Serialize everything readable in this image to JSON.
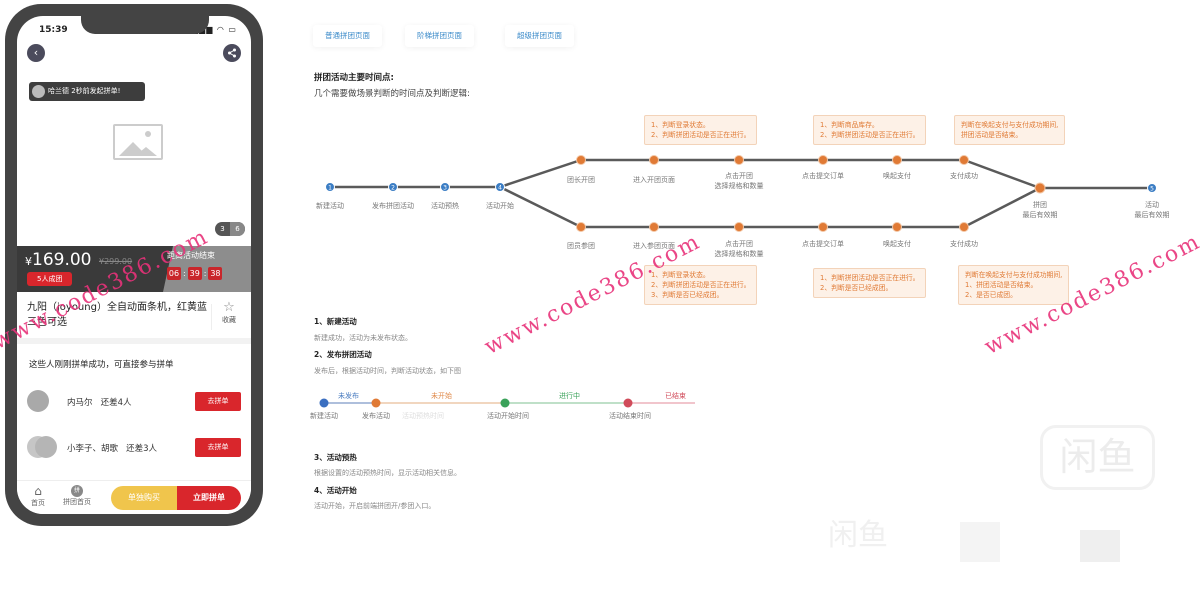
{
  "phone": {
    "status_time": "15:39",
    "status_icons": "▂▄▆ ◠ ▭",
    "back_icon": "‹",
    "share_icon": "<",
    "toast": "哈兰德 2秒前发起拼单!",
    "pager": {
      "current": "3",
      "total": "6"
    },
    "price": {
      "currency": "¥",
      "value": "169.00",
      "old": "¥299.00",
      "group_size": "5人成团"
    },
    "countdown": {
      "title": "距离活动结束",
      "hours": "06",
      "minutes": "39",
      "seconds": "38",
      "sep": ":"
    },
    "product_title": "九阳（joyoung）全自动面条机，红黄蓝三色可选",
    "favorite": {
      "icon": "☆",
      "label": "收藏"
    },
    "join_section_title": "这些人刚刚拼单成功，可直接参与拼单",
    "groups": [
      {
        "names": "内马尔",
        "remaining": "还差4人",
        "button": "去拼单"
      },
      {
        "names": "小李子、胡歌",
        "remaining": "还差3人",
        "button": "去拼单"
      }
    ],
    "bottom_nav": {
      "home_icon": "⌂",
      "home_label": "首页",
      "group_icon": "拼",
      "group_label": "拼团首页",
      "solo_buy": "单独购买",
      "group_buy": "立即拼单"
    }
  },
  "diagram": {
    "tabs": [
      "普通拼团页面",
      "阶梯拼团页面",
      "超级拼团页面"
    ],
    "heading": "拼团活动主要时间点:",
    "subheading": "几个需要做场景判断的时间点及判断逻辑:",
    "main_nodes": [
      {
        "num": "1",
        "label": "新建活动"
      },
      {
        "num": "2",
        "label": "发布拼团活动"
      },
      {
        "num": "3",
        "label": "活动预热"
      },
      {
        "num": "4",
        "label": "活动开始"
      },
      {
        "num": "5",
        "label": "活动\n最后有效期"
      }
    ],
    "upper_branch": [
      "团长开团",
      "进入开团页面",
      "点击开团\n选择规格和数量",
      "点击提交订单",
      "唤起支付",
      "支付成功"
    ],
    "lower_branch": [
      "团员参团",
      "进入参团页面",
      "点击开团\n选择规格和数量",
      "点击提交订单",
      "唤起支付",
      "支付成功"
    ],
    "merge_node": "拼团\n最后有效期",
    "notes": {
      "upper_open_page": "1、判断登录状态。\n2、判断拼团活动是否正在进行。",
      "upper_submit": "1、判断商品库存。\n2、判断拼团活动是否正在进行。",
      "upper_paid": "判断在唤起支付与支付成功期间,\n拼团活动是否结束。",
      "lower_join_page": "1、判断登录状态。\n2、判断拼团活动是否正在进行。\n3、判断是否已经成团。",
      "lower_submit": "1、判断拼团活动是否正在进行。\n2、判断是否已经成团。",
      "lower_paid": "判断在唤起支付与支付成功期间,\n1、拼团活动是否结束。\n2、是否已成团。"
    },
    "sections": [
      {
        "title": "1、新建活动",
        "text": "新建成功，活动为未发布状态。"
      },
      {
        "title": "2、发布拼团活动",
        "text": "发布后，根据活动时间，判断活动状态，如下图"
      },
      {
        "title": "3、活动预热",
        "text": "根据设置的活动预热时间，显示活动相关信息。"
      },
      {
        "title": "4、活动开始",
        "text": "活动开始，开启前端拼团开/参团入口。"
      }
    ],
    "state_timeline": {
      "states": [
        {
          "label": "未发布",
          "color": "#4a7cc0"
        },
        {
          "label": "未开始",
          "color": "#e08a4a"
        },
        {
          "label": "进行中",
          "color": "#3aa25a"
        },
        {
          "label": "已结束",
          "color": "#d04b5a"
        }
      ],
      "points": [
        "新建活动",
        "发布活动",
        "活动预热时间",
        "活动开始时间",
        "活动结束时间"
      ]
    },
    "colors": {
      "blue_node": "#3b7dc4",
      "orange_node": "#e07a35",
      "line": "#5a5a5a",
      "note_bg": "#fdf1e7",
      "note_text": "#e07a35"
    }
  },
  "watermarks": [
    "www.code386.com",
    "www.code386.com",
    "www.code386.com"
  ],
  "ghost_logo": "闲鱼"
}
